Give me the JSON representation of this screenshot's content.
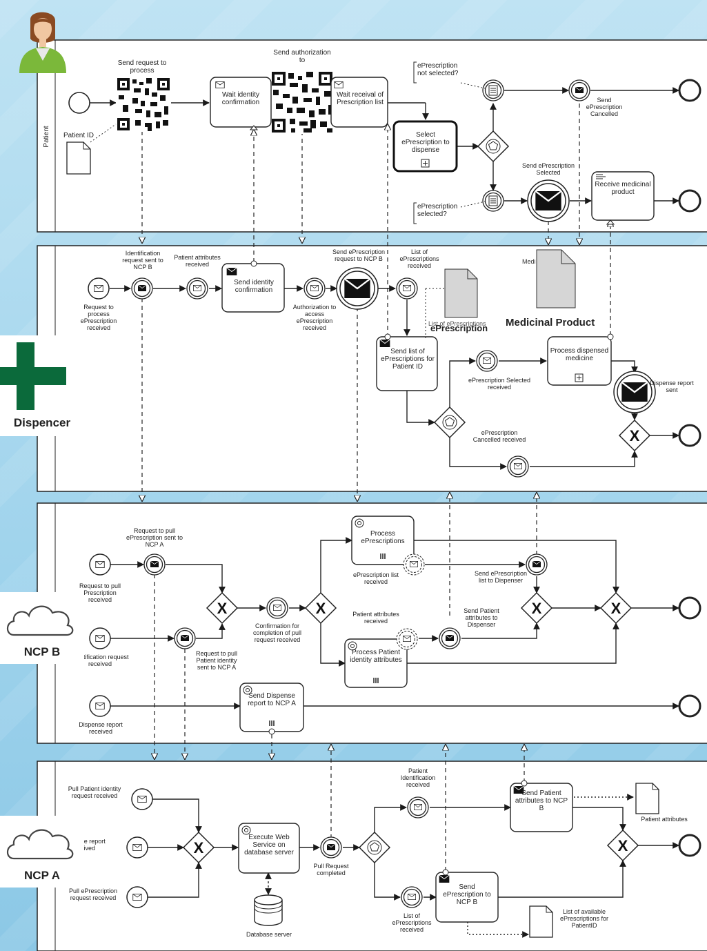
{
  "lanes": {
    "patient": "Patient",
    "dispencer": "Dispencer",
    "ncp_b": "NCP B",
    "ncp_a": "NCP A"
  },
  "patient": {
    "send_request": "Send request to process",
    "send_auth": "Send authorization to",
    "wait_identity": "Wait identity confirmation",
    "wait_list": "Wait receival of Prescription list",
    "select_task": "Select ePrescription to dispense",
    "not_selected": "ePrescription not selected?",
    "selected": "ePrescription selected?",
    "send_cancelled": "Send ePrescription Cancelled",
    "send_selected": "Send ePrescription Selected",
    "receive_product": "Receive medicinal product",
    "patient_id": "Patient ID"
  },
  "dispencer": {
    "req_received": "Request to process ePrescription received",
    "ident_sent": "Identification request sent to NCP B",
    "attrs_received": "Patient attributes received",
    "send_identity": "Send identity confirmation",
    "auth_access": "Authorization to access ePrescription received",
    "send_request_ncpb": "Send ePrescription request to NCP B",
    "list_received": "List of ePrescriptions received",
    "send_list": "Send list of ePrescriptions for Patient ID",
    "doc_eprescription": "ePrescription",
    "doc_partial": "List of ePrescriptions",
    "doc_medicinal": "Medicinal Product",
    "doc_medicinal_partial": "Medi",
    "selected_received": "ePrescription Selected received",
    "cancelled_received": "ePrescription Cancelled received",
    "process_dispensed": "Process dispensed medicine",
    "report_sent": "Dispense report sent"
  },
  "ncpb": {
    "req_pull_sent": "Request to pull ePrescription sent to NCP A",
    "req_pull_received": "Request to pull Prescription received",
    "ident_received": "Identification request received",
    "req_pull_identity": "Request to pull Patient identity sent to NCP A",
    "confirmation": "Confirmation for completion of pull request received",
    "process_epres": "Process ePrescriptions",
    "list_received": "ePrescription list received",
    "send_list_disp": "Send ePrescription list to Dispenser",
    "attrs_received": "Patient attributes received",
    "send_attrs": "Send Patient attributes to Dispenser",
    "process_identity": "Process Patient identity attributes",
    "send_report": "Send Dispense report to NCP A",
    "report_received": "Dispense report received"
  },
  "ncpa": {
    "pull_identity": "Pull Patient identity request received",
    "report_received": "Dispense report received",
    "pull_epres": "Pull ePrescription request received",
    "execute_ws": "Execute Web Service on database server",
    "database": "Database server",
    "pull_completed": "Pull Request completed",
    "ident_received": "Patient Identification received",
    "send_attrs": "Send Patient attributes to NCP B",
    "patient_attributes": "Patient attributes",
    "list_received": "List of ePrescriptions received",
    "send_epres": "Send ePrescription to NCP B",
    "list_available": "List of available ePrescriptions for PatientID"
  },
  "colors": {
    "dispencer_cross": "#0b6a3b",
    "stroke": "#1a1a1a",
    "document_fill": "#d6d6d6"
  }
}
